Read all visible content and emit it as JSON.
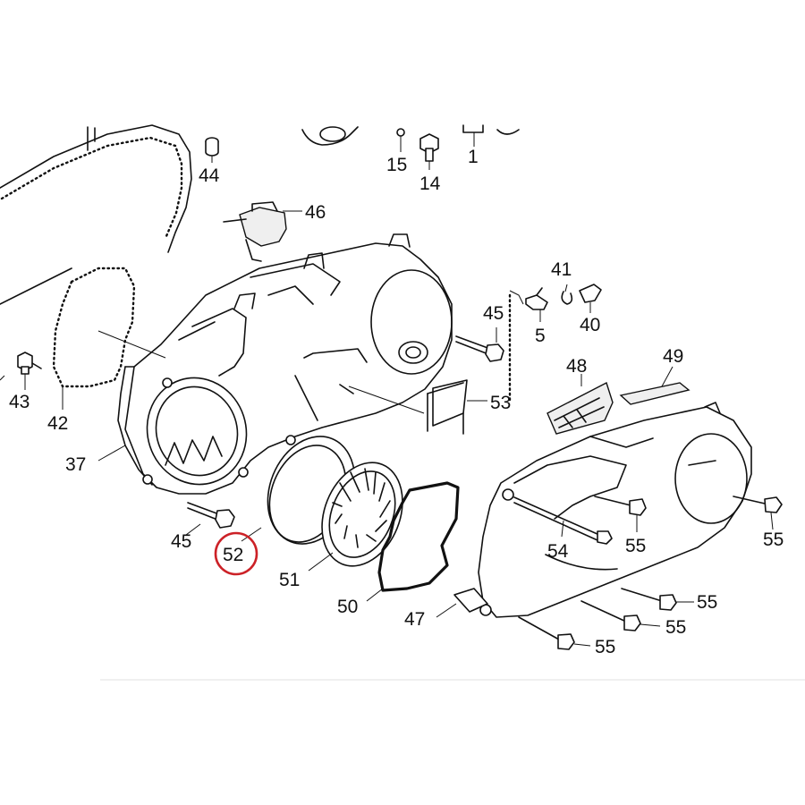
{
  "diagram": {
    "labels": {
      "l1": "1",
      "l5": "5",
      "l14": "14",
      "l15": "15",
      "l37": "37",
      "l40": "40",
      "l41": "41",
      "l42": "42",
      "l43": "43",
      "l44": "44",
      "l45a": "45",
      "l45b": "45",
      "l46": "46",
      "l47": "47",
      "l48": "48",
      "l49": "49",
      "l50": "50",
      "l51": "51",
      "l52": "52",
      "l53": "53",
      "l54": "54",
      "l55a": "55",
      "l55b": "55",
      "l55c": "55",
      "l55d": "55",
      "l55e": "55"
    },
    "highlight_color": "#cc2127",
    "ink_color": "#111111"
  }
}
